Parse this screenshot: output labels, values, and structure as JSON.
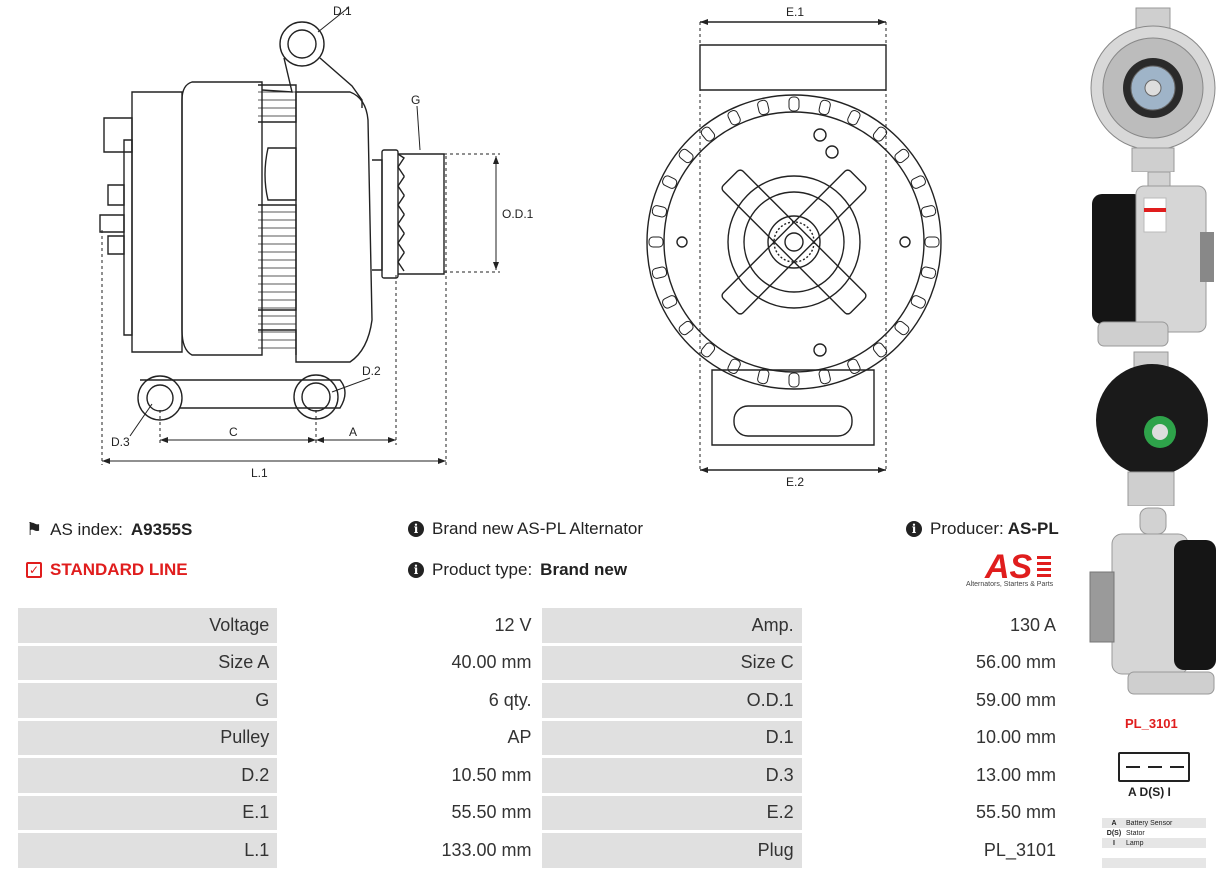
{
  "drawing_labels": {
    "d1": "D.1",
    "g": "G",
    "od1": "O.D.1",
    "d2": "D.2",
    "d3": "D.3",
    "c": "C",
    "a": "A",
    "l1": "L.1",
    "e1": "E.1",
    "e2": "E.2"
  },
  "info": {
    "as_index_label": "AS index:",
    "as_index_value": "A9355S",
    "description": "Brand new AS-PL Alternator",
    "producer_label": "Producer:",
    "producer_value": "AS-PL",
    "line": "STANDARD LINE",
    "product_type_label": "Product type:",
    "product_type_value": "Brand new"
  },
  "logo": {
    "text": "AS",
    "tagline": "Alternators, Starters & Parts"
  },
  "specs": [
    [
      "Voltage",
      "12 V",
      "Amp.",
      "130 A"
    ],
    [
      "Size A",
      "40.00 mm",
      "Size C",
      "56.00 mm"
    ],
    [
      "G",
      "6 qty.",
      "O.D.1",
      "59.00 mm"
    ],
    [
      "Pulley",
      "AP",
      "D.1",
      "10.00 mm"
    ],
    [
      "D.2",
      "10.50 mm",
      "D.3",
      "13.00 mm"
    ],
    [
      "E.1",
      "55.50 mm",
      "E.2",
      "55.50 mm"
    ],
    [
      "L.1",
      "133.00 mm",
      "Plug",
      "PL_3101"
    ]
  ],
  "plug": {
    "code": "PL_3101",
    "pins": "A D(S) I",
    "legend": [
      [
        "A",
        "Battery Sensor"
      ],
      [
        "D(S)",
        "Stator"
      ],
      [
        "I",
        "Lamp"
      ],
      [
        "",
        ""
      ],
      [
        "",
        ""
      ]
    ]
  },
  "colors": {
    "accent": "#e01d1d",
    "label_bg": "#e0e0e0"
  }
}
